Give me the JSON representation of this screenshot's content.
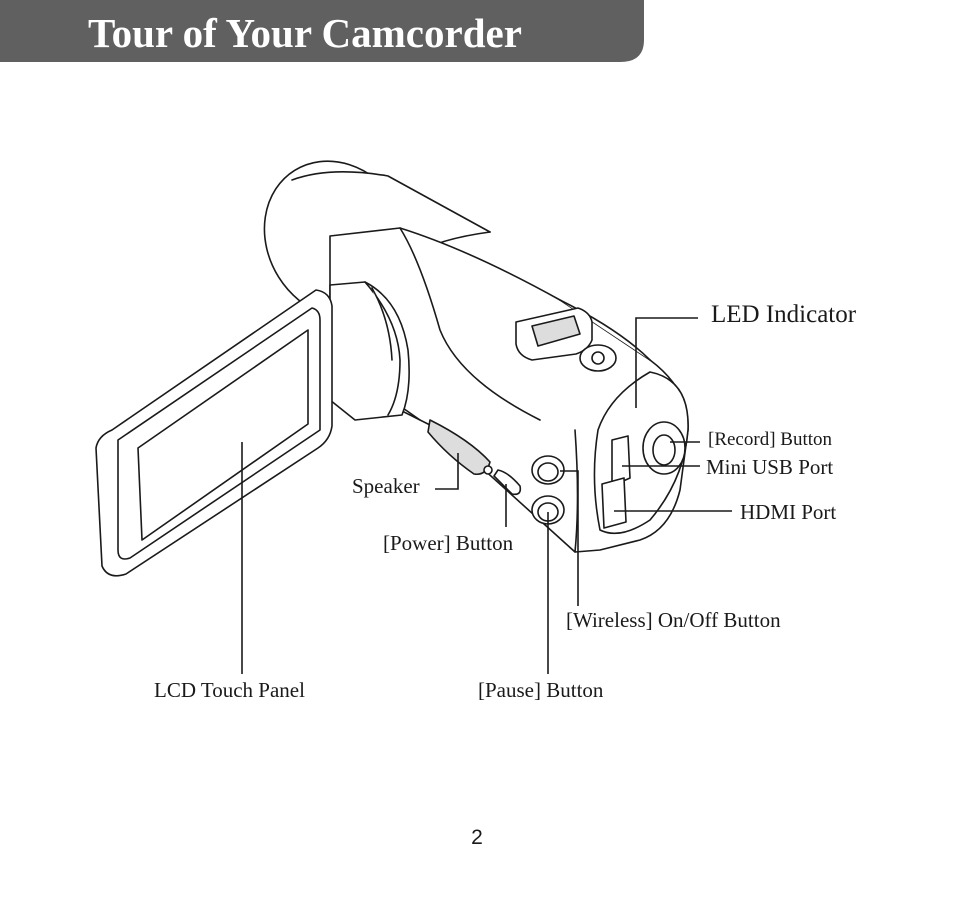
{
  "header": {
    "title": "Tour of Your Camcorder",
    "bar_color": "#606060",
    "text_color": "#ffffff"
  },
  "labels": {
    "led_indicator": "LED Indicator",
    "record_button": "[Record] Button",
    "mini_usb_port": "Mini USB Port",
    "hdmi_port": "HDMI Port",
    "speaker": "Speaker",
    "power_button": "[Power] Button",
    "wireless_button": "[Wireless] On/Off Button",
    "lcd_touch_panel": "LCD Touch Panel",
    "pause_button": "[Pause] Button"
  },
  "page_number": "2"
}
